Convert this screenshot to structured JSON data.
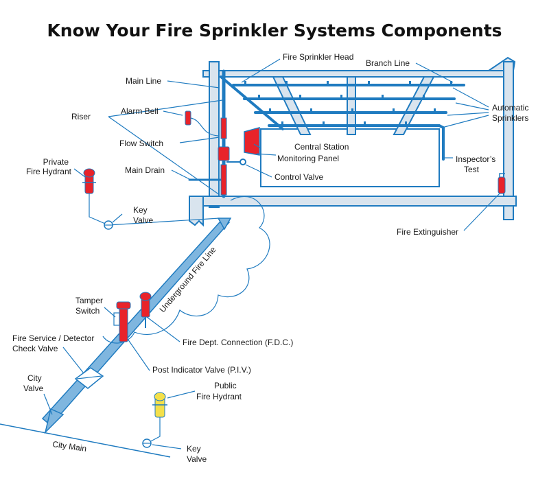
{
  "title": "Know Your Fire Sprinkler Systems Components",
  "labels": {
    "fire_sprinkler_head": "Fire Sprinkler Head",
    "branch_line": "Branch Line",
    "main_line": "Main Line",
    "riser": "Riser",
    "alarm_bell": "Alarm Bell",
    "flow_switch": "Flow Switch",
    "main_drain": "Main Drain",
    "private_fire_hydrant": [
      "Private",
      "Fire Hydrant"
    ],
    "key_valve_upper": [
      "Key",
      "Valve"
    ],
    "central_station_monitoring_panel": [
      "Central Station",
      "Monitoring Panel"
    ],
    "control_valve": "Control Valve",
    "automatic_sprinklers": [
      "Automatic",
      "Sprinklers"
    ],
    "inspectors_test": [
      "Inspector’s",
      "Test"
    ],
    "fire_extinguisher": "Fire Extinguisher",
    "underground_fire_line": "Underground Fire Line",
    "tamper_switch": [
      "Tamper",
      "Switch"
    ],
    "fire_dept_connection": "Fire Dept. Connection (F.D.C.)",
    "fire_service_detector_check_valve": [
      "Fire Service / Detector",
      "Check Valve"
    ],
    "post_indicator_valve": "Post Indicator Valve (P.I.V.)",
    "city_valve": [
      "City",
      "Valve"
    ],
    "public_fire_hydrant": [
      "Public",
      "Fire Hydrant"
    ],
    "city_main": "City Main",
    "key_valve_lower": [
      "Key",
      "Valve"
    ]
  },
  "colors": {
    "pipe_blue": "#1f7bc0",
    "structure_fill": "#d9e4ee",
    "device_red": "#e8232a",
    "public_hydrant_yellow": "#f4e04a"
  }
}
